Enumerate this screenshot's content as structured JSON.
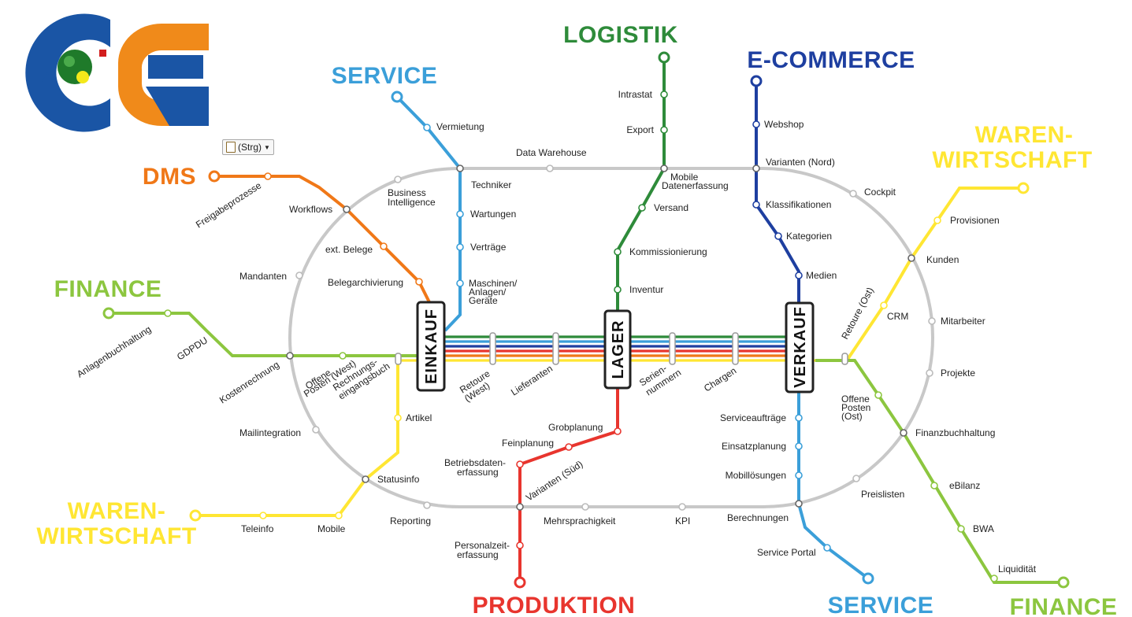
{
  "paste_button": {
    "label": "(Strg)"
  },
  "colors": {
    "service": "#3b9fd9",
    "logistik": "#2e8b3a",
    "ecommerce": "#1e3fa0",
    "dms": "#f07818",
    "finance": "#8cc63f",
    "warenwirtschaft": "#ffe633",
    "produktion": "#e8352e",
    "ring": "#c8c8c8",
    "logo_blue": "#1a55a5",
    "logo_orange": "#f08a1a"
  },
  "lines": {
    "service_top": "SERVICE",
    "logistik": "LOGISTIK",
    "ecommerce": "E-COMMERCE",
    "waren_right": [
      "WAREN-",
      "WIRTSCHAFT"
    ],
    "dms": "DMS",
    "finance_left": "FINANCE",
    "waren_left": [
      "WAREN-",
      "WIRTSCHAFT"
    ],
    "produktion": "PRODUKTION",
    "service_bottom": "SERVICE",
    "finance_right": "FINANCE"
  },
  "hubs": {
    "einkauf": "EINKAUF",
    "lager": "LAGER",
    "verkauf": "VERKAUF"
  },
  "stations": {
    "vermietung": "Vermietung",
    "data_warehouse": "Data Warehouse",
    "techniker": "Techniker",
    "wartungen": "Wartungen",
    "vertraege": "Verträge",
    "maschinen": [
      "Maschinen/",
      "Anlagen/",
      "Geräte"
    ],
    "business_intelligence": [
      "Business",
      "Intelligence"
    ],
    "intrastat": "Intrastat",
    "export": "Export",
    "mobile_datenerfassung": [
      "Mobile",
      "Datenerfassung"
    ],
    "versand": "Versand",
    "kommissionierung": "Kommissionierung",
    "inventur": "Inventur",
    "webshop": "Webshop",
    "varianten_nord": "Varianten (Nord)",
    "klassifikationen": "Klassifikationen",
    "kategorien": "Kategorien",
    "medien": "Medien",
    "cockpit": "Cockpit",
    "provisionen": "Provisionen",
    "kunden": "Kunden",
    "crm": "CRM",
    "retoure_ost": "Retoure (Ost)",
    "mitarbeiter": "Mitarbeiter",
    "projekte": "Projekte",
    "freigabeprozesse": "Freigabeprozesse",
    "workflows": "Workflows",
    "ext_belege": "ext. Belege",
    "belegarchivierung": "Belegarchivierung",
    "mandanten": "Mandanten",
    "anlagenbuchhaltung": "Anlagenbuchhaltung",
    "gdpdu": "GDPDU",
    "kostenrechnung": "Kostenrechnung",
    "offene_posten_west": [
      "Offene",
      "Posten (West)"
    ],
    "rechnungseingangsbuch": [
      "Rechnungs-",
      "eingangsbuch"
    ],
    "retoure_west": [
      "Retoure",
      "(West)"
    ],
    "lieferanten": "Lieferanten",
    "seriennummern": [
      "Serien-",
      "nummern"
    ],
    "chargen": "Chargen",
    "offene_posten_ost": [
      "Offene",
      "Posten",
      "(Ost)"
    ],
    "artikel": "Artikel",
    "mailintegration": "Mailintegration",
    "statusinfo": "Statusinfo",
    "teleinfo": "Teleinfo",
    "mobile": "Mobile",
    "reporting": "Reporting",
    "grobplanung": "Grobplanung",
    "feinplanung": "Feinplanung",
    "betriebsdatenerfassung": [
      "Betriebsdaten-",
      "erfassung"
    ],
    "varianten_sued": "Varianten (Süd)",
    "mehrsprachigkeit": "Mehrsprachigkeit",
    "kpi": "KPI",
    "personalzeiterfassung": [
      "Personalzeit-",
      "erfassung"
    ],
    "serviceauftraege": "Serviceaufträge",
    "einsatzplanung": "Einsatzplanung",
    "mobilloesungen": "Mobillösungen",
    "berechnungen": "Berechnungen",
    "service_portal": "Service Portal",
    "preislisten": "Preislisten",
    "finanzbuchhaltung": "Finanzbuchhaltung",
    "ebilanz": "eBilanz",
    "bwa": "BWA",
    "liquiditaet": "Liquidität"
  }
}
